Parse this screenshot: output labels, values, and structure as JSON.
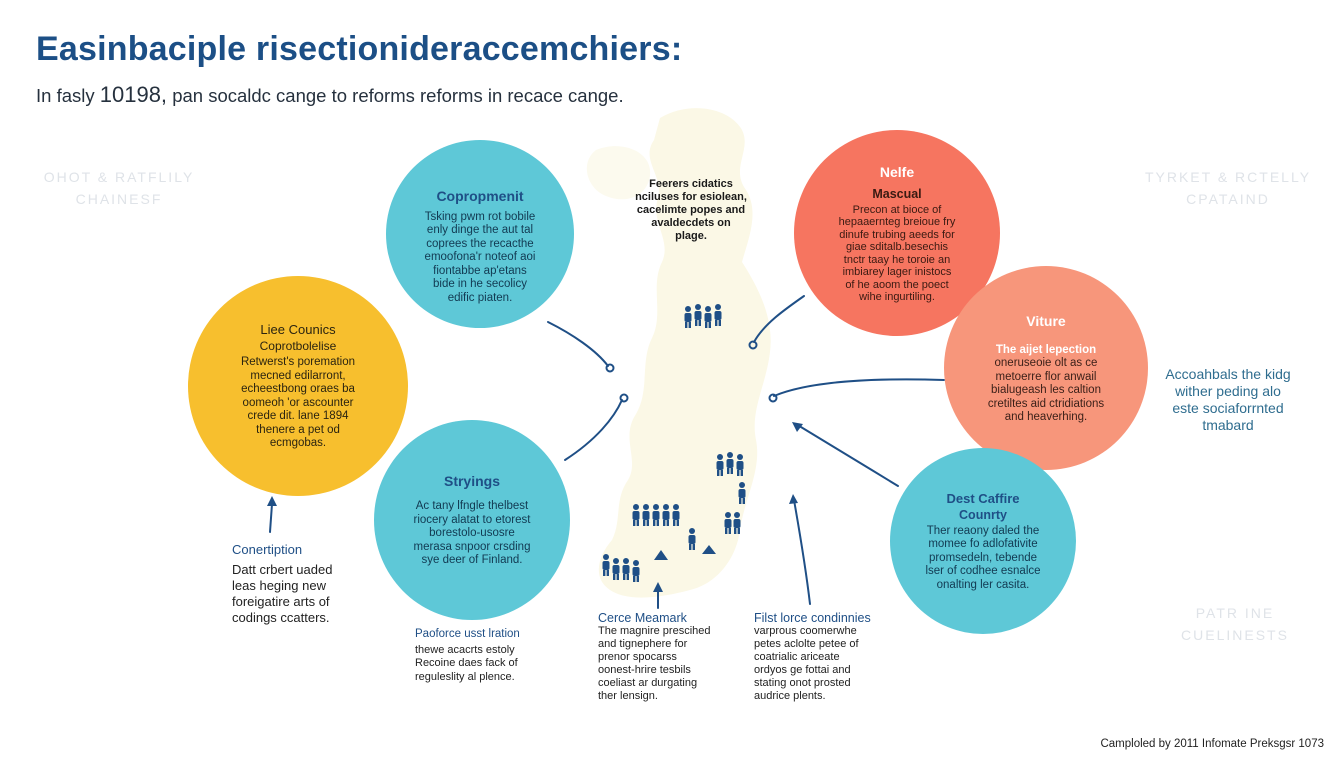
{
  "title": "Easinbaciple risectionideraccemchiers:",
  "subtitle": {
    "prefix": "In fasly",
    "year": "10198,",
    "rest": "pan socaldc cange to reforms reforms in recace cange."
  },
  "faint_labels": {
    "left": [
      "OHOT & RATFLILY",
      "CHAINESF"
    ],
    "right": [
      "TYRKET & RCTELLY",
      "CPATAIND"
    ],
    "bottom_right": [
      "PATR INE",
      "CUELINESTS"
    ]
  },
  "circles": {
    "copropmenit": {
      "title": "Copropmenit",
      "body": [
        "Tsking pwm rot bobile",
        "enly dinge the aut tal",
        "coprees the recacthe",
        "emoofona'r noteof aoi",
        "fiontabbe ap'etans",
        "bide in he secolicy",
        "edific piaten."
      ]
    },
    "lie_counics": {
      "title": "Liee Counics",
      "subtitle": "Coprotbolelise",
      "body": [
        "Retwerst's poremation",
        "mecned edilarront,",
        "echeestbong oraes ba",
        "oomeoh 'or ascounter",
        "crede dit. lane 1894",
        "thenere a pet od",
        "ecmgobas."
      ]
    },
    "stryings": {
      "title": "Stryings",
      "body": [
        "Ac tany lfngle thelbest",
        "riocery alatat to etorest",
        "borestolo-usosre",
        "merasa snpoor crsding",
        "sye deer of Finland."
      ]
    },
    "nelfe": {
      "title": "Nelfe",
      "subtitle": "Mascual",
      "body": [
        "Precon at bioce of",
        "hepaaernteg breioue fry",
        "dinufe trubing aeeds for",
        "giae sditalb.besechis",
        "tnctr taay he toroie an",
        "imbiarey lager inistocs",
        "of he aoom the poect",
        "wihe ingurtiling."
      ]
    },
    "viture": {
      "title": "Viture",
      "lead": "The aijet lepection",
      "body": [
        "oneruseoie olt as ce",
        "metoerre flor anwail",
        "bialugeash les caltion",
        "cretiltes aid ctridiations",
        "and heaverhing."
      ]
    },
    "dest_caffire": {
      "title": "Dest Caffire",
      "subtitle": "Counrty",
      "body": [
        "Ther reaony daled the",
        "momee fo adlofativite",
        "promsedeln, tebende",
        "lser of codhee esnalce",
        "onalting ler casita."
      ]
    }
  },
  "notes": {
    "center": [
      "Feerers cidatics",
      "nciluses for esiolean,",
      "cacelimte popes and",
      "avaldecdets on",
      "plage."
    ],
    "right": [
      "Accoahbals the kidg",
      "wither peding alo",
      "este sociaforrnted",
      "tmabard"
    ],
    "conception": {
      "title": "Conertiption",
      "body": [
        "Datt crbert uaded",
        "leas heging new",
        "foreigatire arts of",
        "codings ccatters."
      ]
    },
    "resources": {
      "title": "Paoforce usst lration",
      "body": [
        "thewe acacrts estoly",
        "Recoine daes fack of",
        "reguleslity al plence."
      ]
    },
    "cerce": {
      "title": "Cerce Meamark",
      "body": [
        "The magnire prescihed",
        "and tignephere for",
        "prenor spocarss",
        "oonest-hrire tesbils",
        "coeliast ar durgating",
        "ther lensign."
      ]
    },
    "first": {
      "title": "Filst lorce condinnies",
      "body": [
        "varprous coomerwhe",
        "petes aclolte petee of",
        "coatrialic ariceate",
        "ordyos ge fottai and",
        "stating onot prosted",
        "audrice plents."
      ]
    }
  },
  "credit": "Camploled by 2011 Infomate Preksgsr 1073",
  "colors": {
    "title": "#1c4f86",
    "teal": "#5ec8d7",
    "yellow": "#f7bf2e",
    "red": "#f67560",
    "salmon": "#f7967b",
    "arrow": "#1f4f86",
    "map": "#fbf8e6"
  },
  "icons": [
    "people-group-icon",
    "person-icon",
    "tent-icon",
    "arrow-icon"
  ]
}
